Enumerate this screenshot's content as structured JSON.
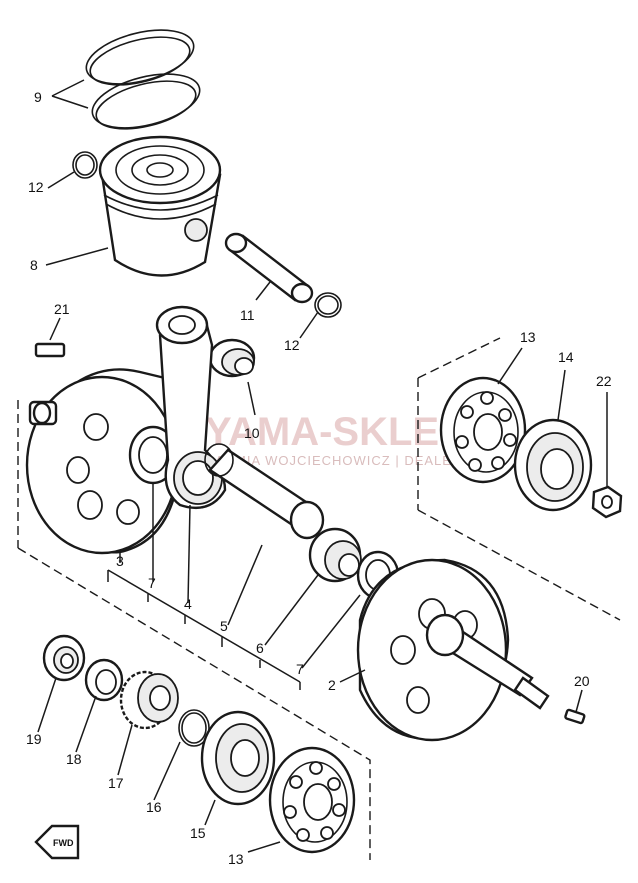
{
  "watermark": {
    "main": "YAMA-SKLEP.PL",
    "sub": "ARMIA WOJCIECHOWICZ | DEALER",
    "color": "#d98a8a"
  },
  "direction_badge": "FWD",
  "callouts": {
    "c9": "9",
    "c12a": "12",
    "c8": "8",
    "c21": "21",
    "c11": "11",
    "c12b": "12",
    "c10": "10",
    "c13a": "13",
    "c14": "14",
    "c22": "22",
    "c3": "3",
    "c7a": "7",
    "c4": "4",
    "c5": "5",
    "c6": "6",
    "c7b": "7",
    "c2": "2",
    "c20": "20",
    "c19": "19",
    "c18": "18",
    "c17": "17",
    "c16": "16",
    "c15": "15",
    "c13b": "13"
  }
}
